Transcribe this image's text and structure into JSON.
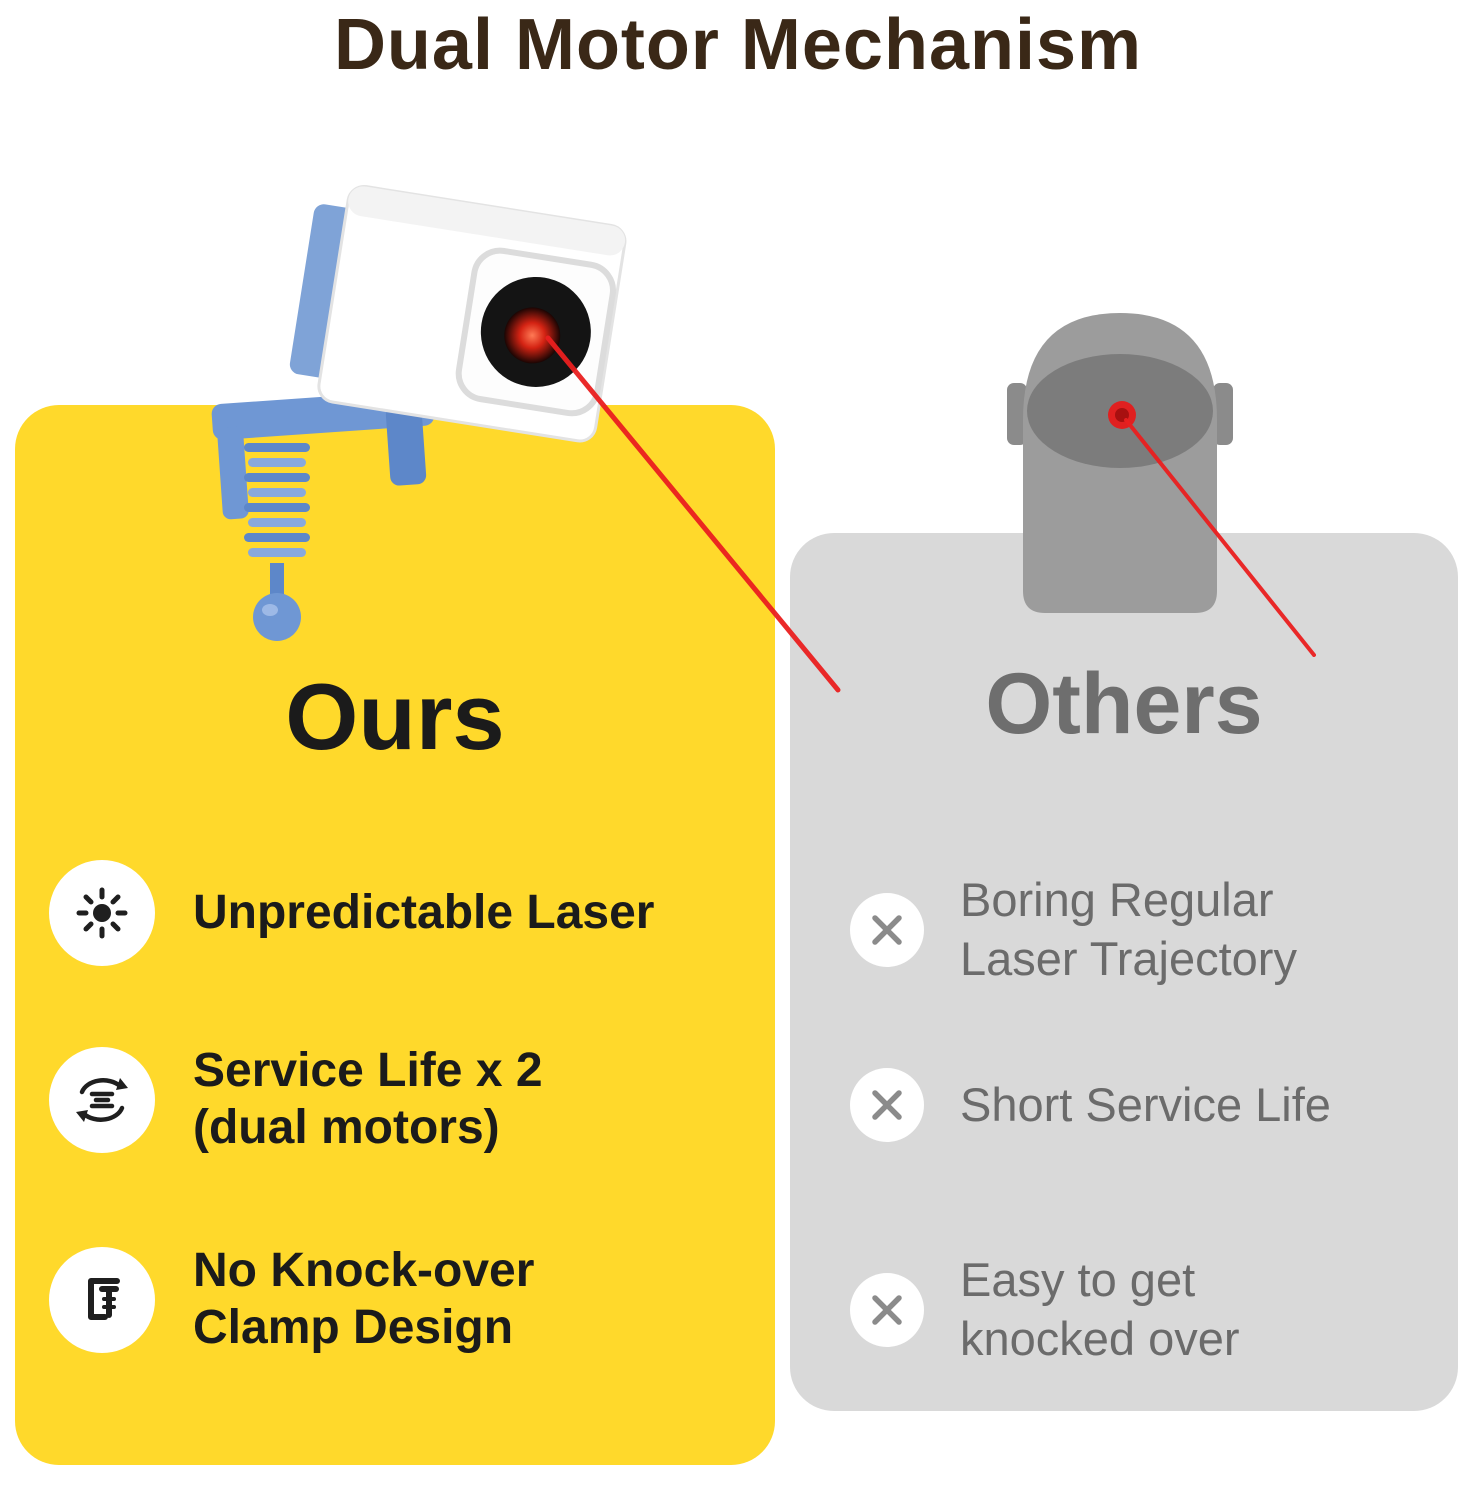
{
  "title": "Dual Motor Mechanism",
  "ours": {
    "title": "Ours",
    "features": [
      {
        "icon": "laser-burst-icon",
        "label": "Unpredictable Laser"
      },
      {
        "icon": "dual-motor-icon",
        "label": "Service Life x 2\n(dual motors)"
      },
      {
        "icon": "clamp-icon",
        "label": "No Knock-over\nClamp Design"
      }
    ]
  },
  "others": {
    "title": "Others",
    "drawbacks": [
      {
        "icon": "x-icon",
        "label": "Boring Regular\nLaser Trajectory"
      },
      {
        "icon": "x-icon",
        "label": "Short Service Life"
      },
      {
        "icon": "x-icon",
        "label": "Easy to get\nknocked over"
      }
    ]
  },
  "colors": {
    "title_text": "#3a2817",
    "ours_card": "#ffd92b",
    "ours_text": "#1b1b1b",
    "others_card": "#d9d9d9",
    "others_text": "#6e6e6e",
    "laser_red": "#ea1f1f",
    "device_blue": "#6f97d4",
    "device_gray": "#9c9c9c"
  }
}
